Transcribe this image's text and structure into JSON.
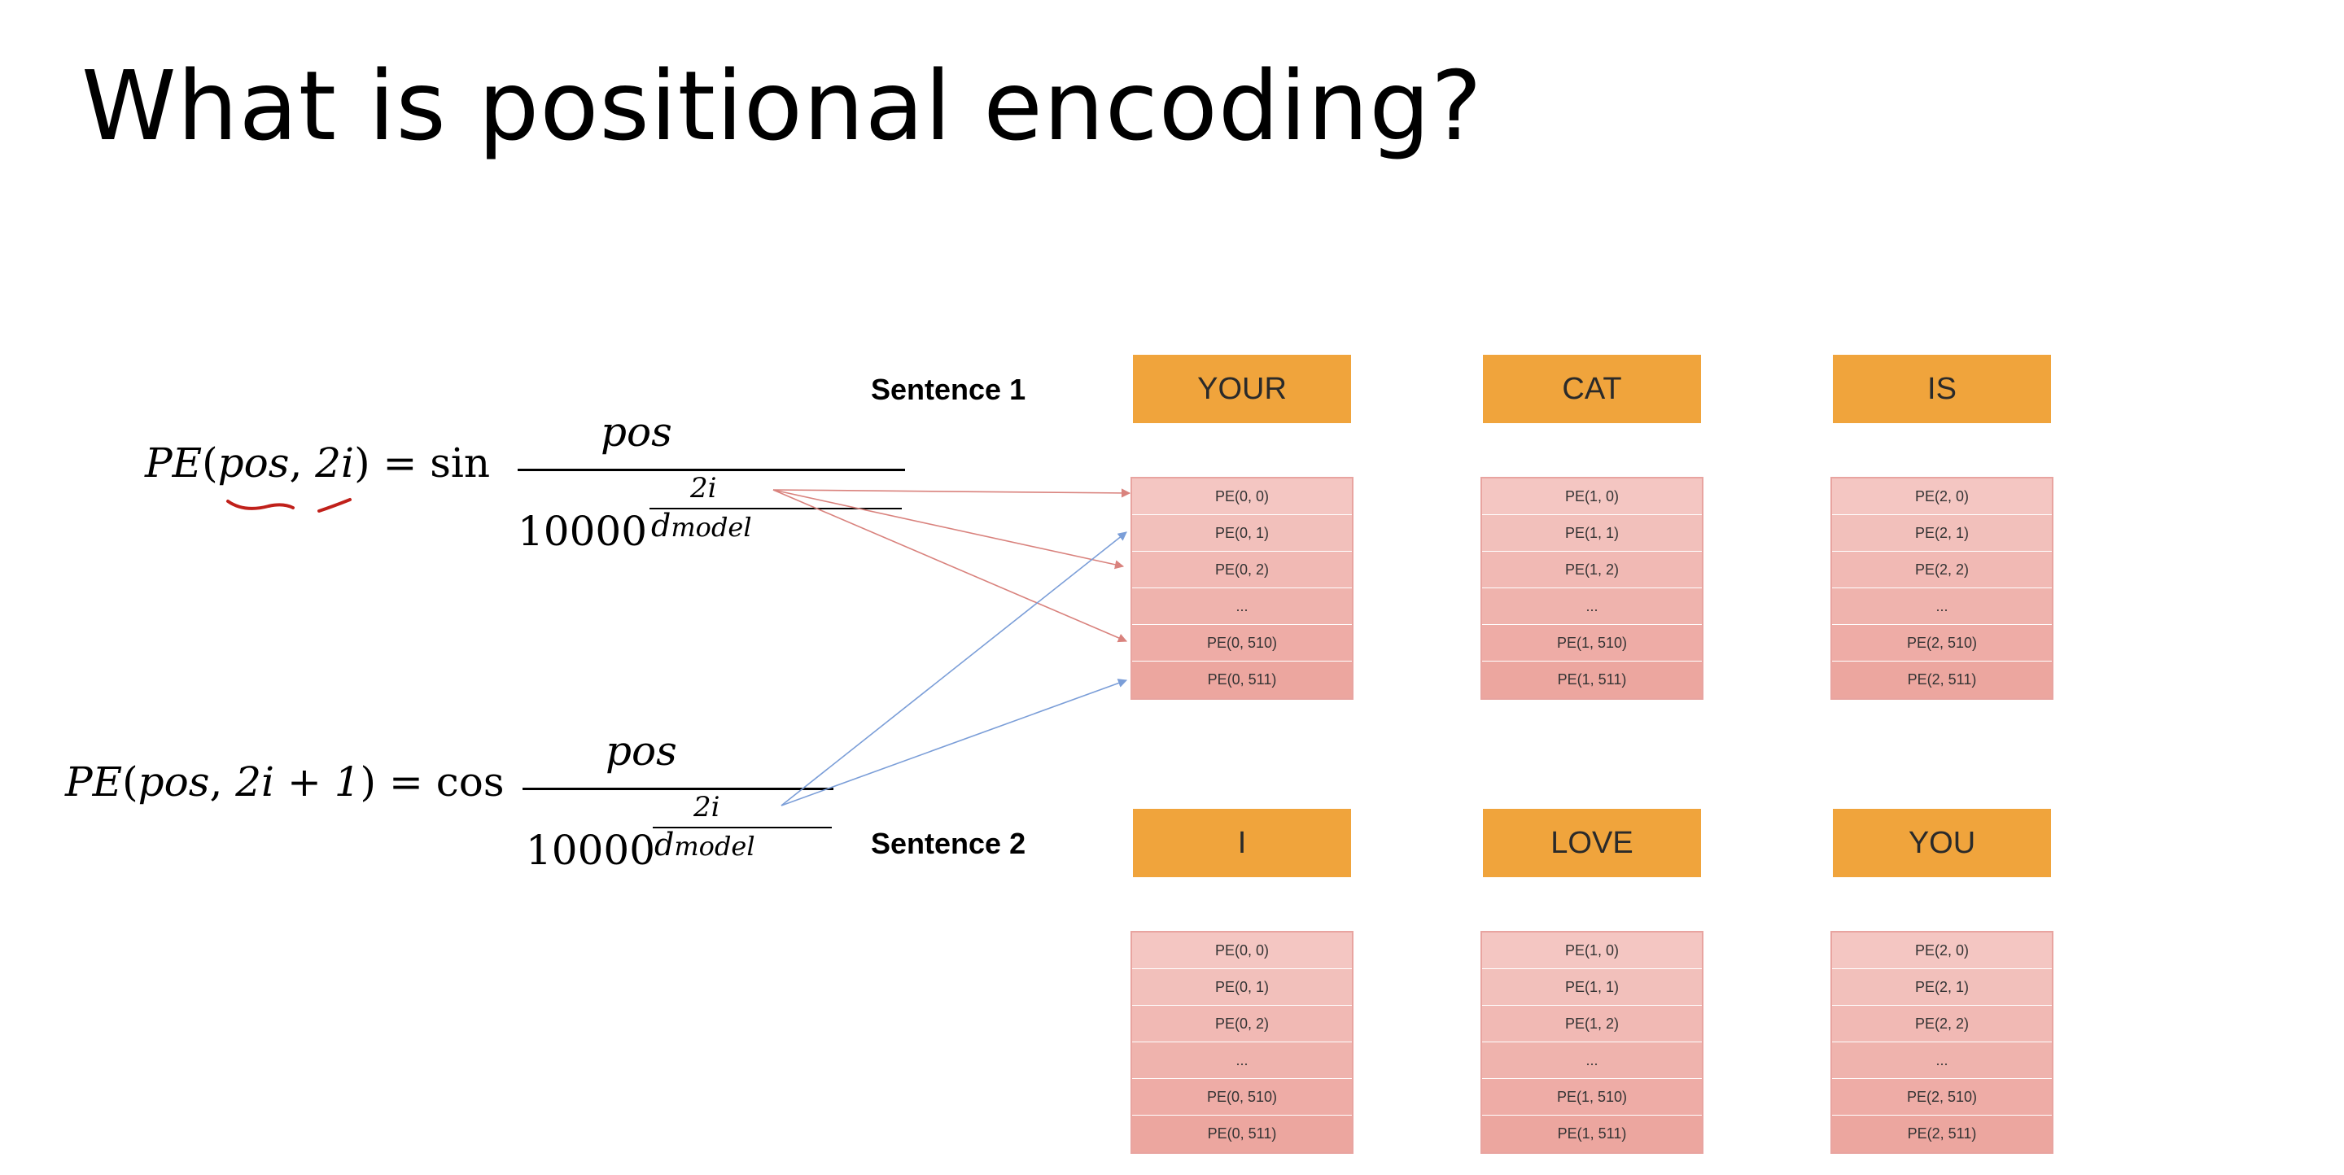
{
  "title": "What is positional encoding?",
  "formulas": {
    "sin": {
      "lhs_pe": "PE",
      "lhs_open": "(",
      "lhs_pos": "pos",
      "lhs_comma": ", ",
      "lhs_idx": "2i",
      "lhs_close": ")",
      "eq": " = ",
      "fn": "sin",
      "numerator": "pos",
      "base": "10000",
      "exp_num": "2i",
      "exp_den": "d",
      "exp_den_sub": "model"
    },
    "cos": {
      "lhs_pe": "PE",
      "lhs_open": "(",
      "lhs_pos": "pos",
      "lhs_comma": ", ",
      "lhs_idx": "2i + 1",
      "lhs_close": ")",
      "eq": " = ",
      "fn": "cos",
      "numerator": "pos",
      "base": "10000",
      "exp_num": "2i",
      "exp_den": "d",
      "exp_den_sub": "model"
    }
  },
  "sentences": [
    {
      "label": "Sentence 1",
      "tokens": [
        {
          "word": "YOUR",
          "pe": [
            "PE(0, 0)",
            "PE(0, 1)",
            "PE(0, 2)",
            "...",
            "PE(0, 510)",
            "PE(0, 511)"
          ]
        },
        {
          "word": "CAT",
          "pe": [
            "PE(1, 0)",
            "PE(1, 1)",
            "PE(1, 2)",
            "...",
            "PE(1, 510)",
            "PE(1, 511)"
          ]
        },
        {
          "word": "IS",
          "pe": [
            "PE(2, 0)",
            "PE(2, 1)",
            "PE(2, 2)",
            "...",
            "PE(2, 510)",
            "PE(2, 511)"
          ]
        }
      ]
    },
    {
      "label": "Sentence 2",
      "tokens": [
        {
          "word": "I",
          "pe": [
            "PE(0, 0)",
            "PE(0, 1)",
            "PE(0, 2)",
            "...",
            "PE(0, 510)",
            "PE(0, 511)"
          ]
        },
        {
          "word": "LOVE",
          "pe": [
            "PE(1, 0)",
            "PE(1, 1)",
            "PE(1, 2)",
            "...",
            "PE(1, 510)",
            "PE(1, 511)"
          ]
        },
        {
          "word": "YOU",
          "pe": [
            "PE(2, 0)",
            "PE(2, 1)",
            "PE(2, 2)",
            "...",
            "PE(2, 510)",
            "PE(2, 511)"
          ]
        }
      ]
    }
  ],
  "colors": {
    "word_box": "#f0a43c",
    "pe_top": "#f4c6c2",
    "pe_bottom": "#eca69f",
    "sin_arrow": "#d9827d",
    "cos_arrow": "#7b9ed8",
    "annotation": "#c0201a"
  }
}
